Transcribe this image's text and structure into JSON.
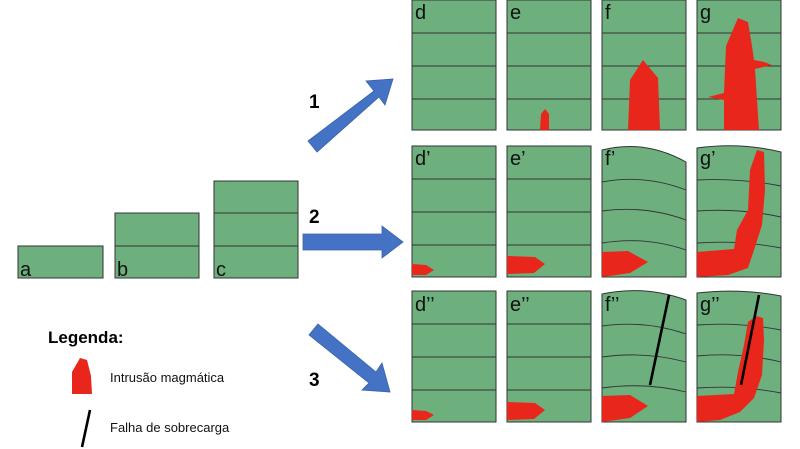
{
  "colors": {
    "block_fill": "#6db07e",
    "block_stroke": "#333333",
    "intrusion": "#e8261b",
    "arrow": "#4472c4",
    "fault": "#000000"
  },
  "panels": {
    "a": "a",
    "b": "b",
    "c": "c",
    "d": "d",
    "e": "e",
    "f": "f",
    "g": "g",
    "d1": "d’",
    "e1": "e’",
    "f1": "f’",
    "g1": "g’",
    "d2": "d’’",
    "e2": "e’’",
    "f2": "f’’",
    "g2": "g’’"
  },
  "routes": [
    "1",
    "2",
    "3"
  ],
  "legend": {
    "title": "Legenda:",
    "intrusion_label": "Intrusão magmática",
    "fault_label": "Falha de sobrecarga",
    "intrusion_icon": "intrusion-shape-icon",
    "fault_icon": "fault-line-icon"
  }
}
